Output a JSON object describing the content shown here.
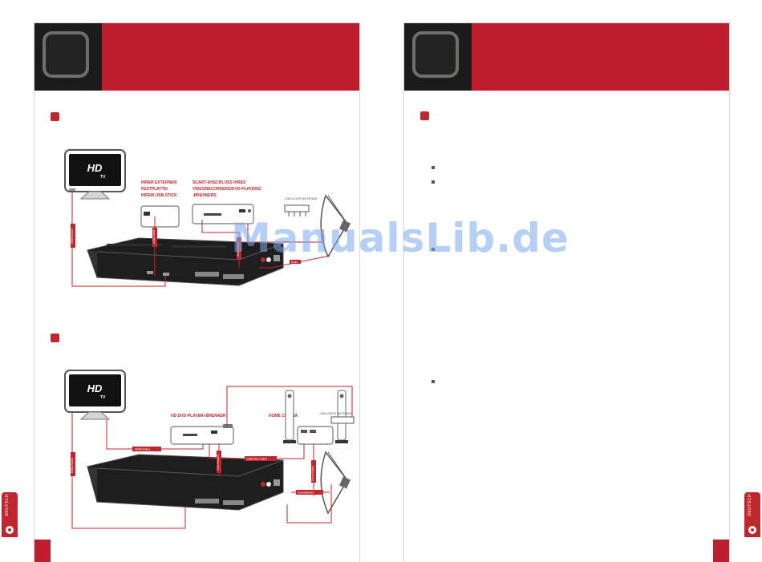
{
  "diagram1": {
    "tv_badge": "HD",
    "tv_sub": "TV",
    "label_storage": [
      "IHRER EXTERNEN",
      "FESTPLATTE/",
      "IHREM USB-STICK"
    ],
    "label_scart": [
      "SCART-ANSCHLUSS IHRES",
      "VIDEORECORDERS/DVD-PLAYERS/",
      "-BRENNERS"
    ],
    "label_lnb": "LNB-ODER ANTENNE",
    "cable_hdmi": "HDMI-Kabel",
    "cable_usb": "USB-Kabel",
    "cable_scart": "Scart-Kabel",
    "cable_coax": "Koax"
  },
  "diagram2": {
    "tv_badge": "HD",
    "tv_sub": "TV",
    "label_player": "HD DVD-PLAYER/-BRENNER",
    "label_cinema": "HOME CINEMA",
    "label_lnb": "LNB-ODER ANTENNE",
    "cable_hdmi1": "HDMI-Kabel",
    "cable_hdmi2": "HDMI-Kabel",
    "cable_optical": "Optisches Kabel",
    "cable_cinch": "Cinch-Kabel",
    "cable_coax": "Koaxialkabel"
  },
  "side_tab_label": "DEUTSCH",
  "watermark": "ManualsLib.de"
}
